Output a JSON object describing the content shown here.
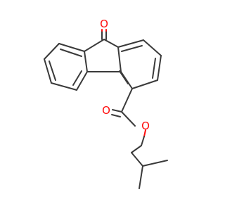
{
  "structure": {
    "atom_labels": {
      "ketone_oxygen": "O",
      "carbonyl_oxygen": "O",
      "ester_oxygen": "O"
    },
    "colors": {
      "bond": "#3a3a3a",
      "oxygen": "#ff0d0d",
      "background": "#ffffff"
    }
  }
}
